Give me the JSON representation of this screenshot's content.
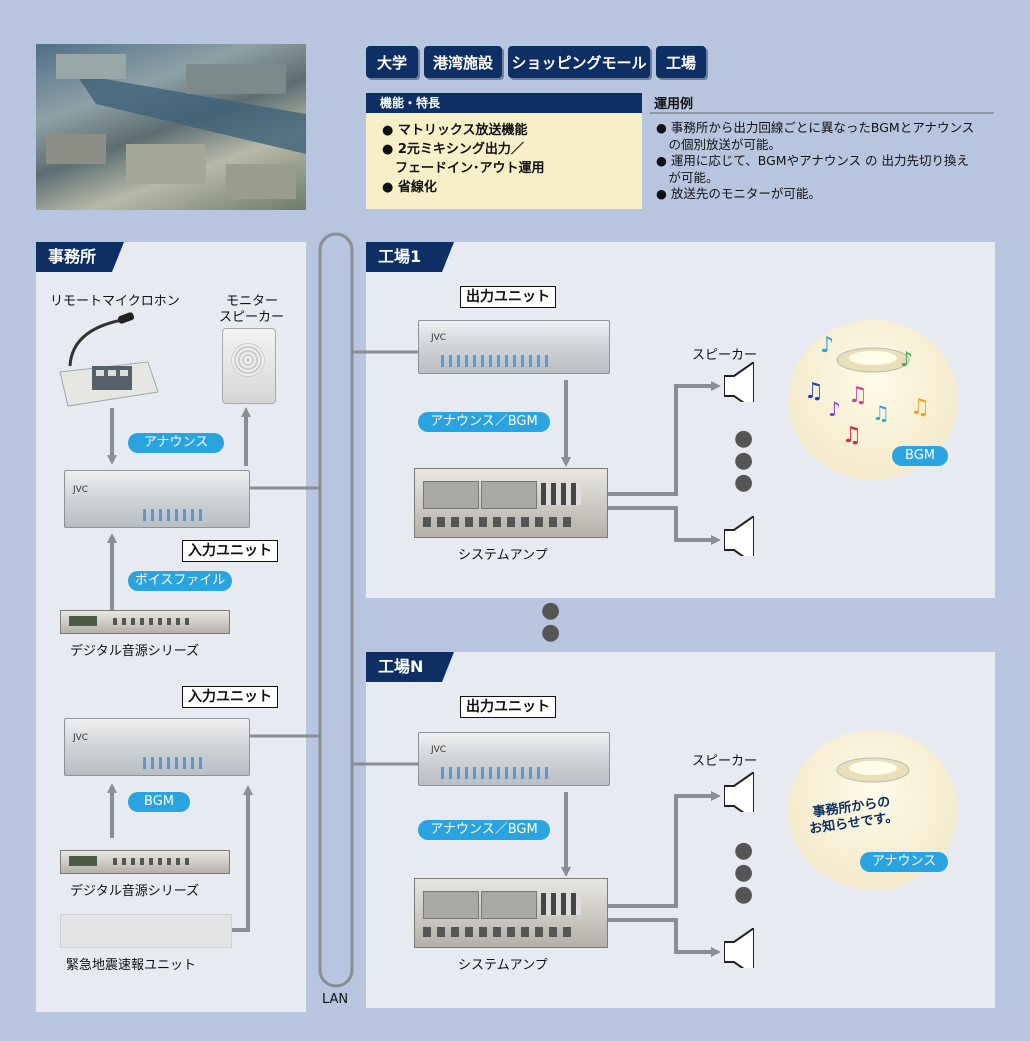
{
  "tags": [
    "大学",
    "港湾施設",
    "ショッピングモール",
    "工場"
  ],
  "features": {
    "title": "機能・特長",
    "items": [
      "● マトリックス放送機能",
      "● 2元ミキシング出力／",
      "　フェードイン･アウト運用",
      "● 省線化"
    ]
  },
  "usage": {
    "title": "運用例",
    "items": [
      "● 事務所から出力回線ごとに異なったBGMとアナウンス",
      "　の個別放送が可能。",
      "● 運用に応じて、BGMやアナウンス の 出力先切り換え",
      "　が可能。",
      "● 放送先のモニターが可能。"
    ]
  },
  "office": {
    "label": "事務所",
    "remote_mic": "リモートマイクロホン",
    "monitor_speaker_1": "モニター",
    "monitor_speaker_2": "スピーカー",
    "announce_pill": "アナウンス",
    "input_unit_1": "入力ユニット",
    "voice_pill": "ボイスファイル",
    "digital_src_1": "デジタル音源シリーズ",
    "input_unit_2": "入力ユニット",
    "bgm_pill": "BGM",
    "digital_src_2": "デジタル音源シリーズ",
    "eq_unit": "緊急地震速報ユニット"
  },
  "lan_label": "LAN",
  "factory1": {
    "label": "工場1",
    "output_unit": "出力ユニット",
    "pill": "アナウンス／BGM",
    "speaker_label": "スピーカー",
    "amp_label": "システムアンプ",
    "bgm_pill": "BGM"
  },
  "factoryN": {
    "label": "工場N",
    "output_unit": "出力ユニット",
    "pill": "アナウンス／BGM",
    "speaker_label": "スピーカー",
    "amp_label": "システムアンプ",
    "notice_1": "事務所からの",
    "notice_2": "お知らせです。",
    "announce_pill": "アナウンス"
  },
  "brand": "JVC"
}
